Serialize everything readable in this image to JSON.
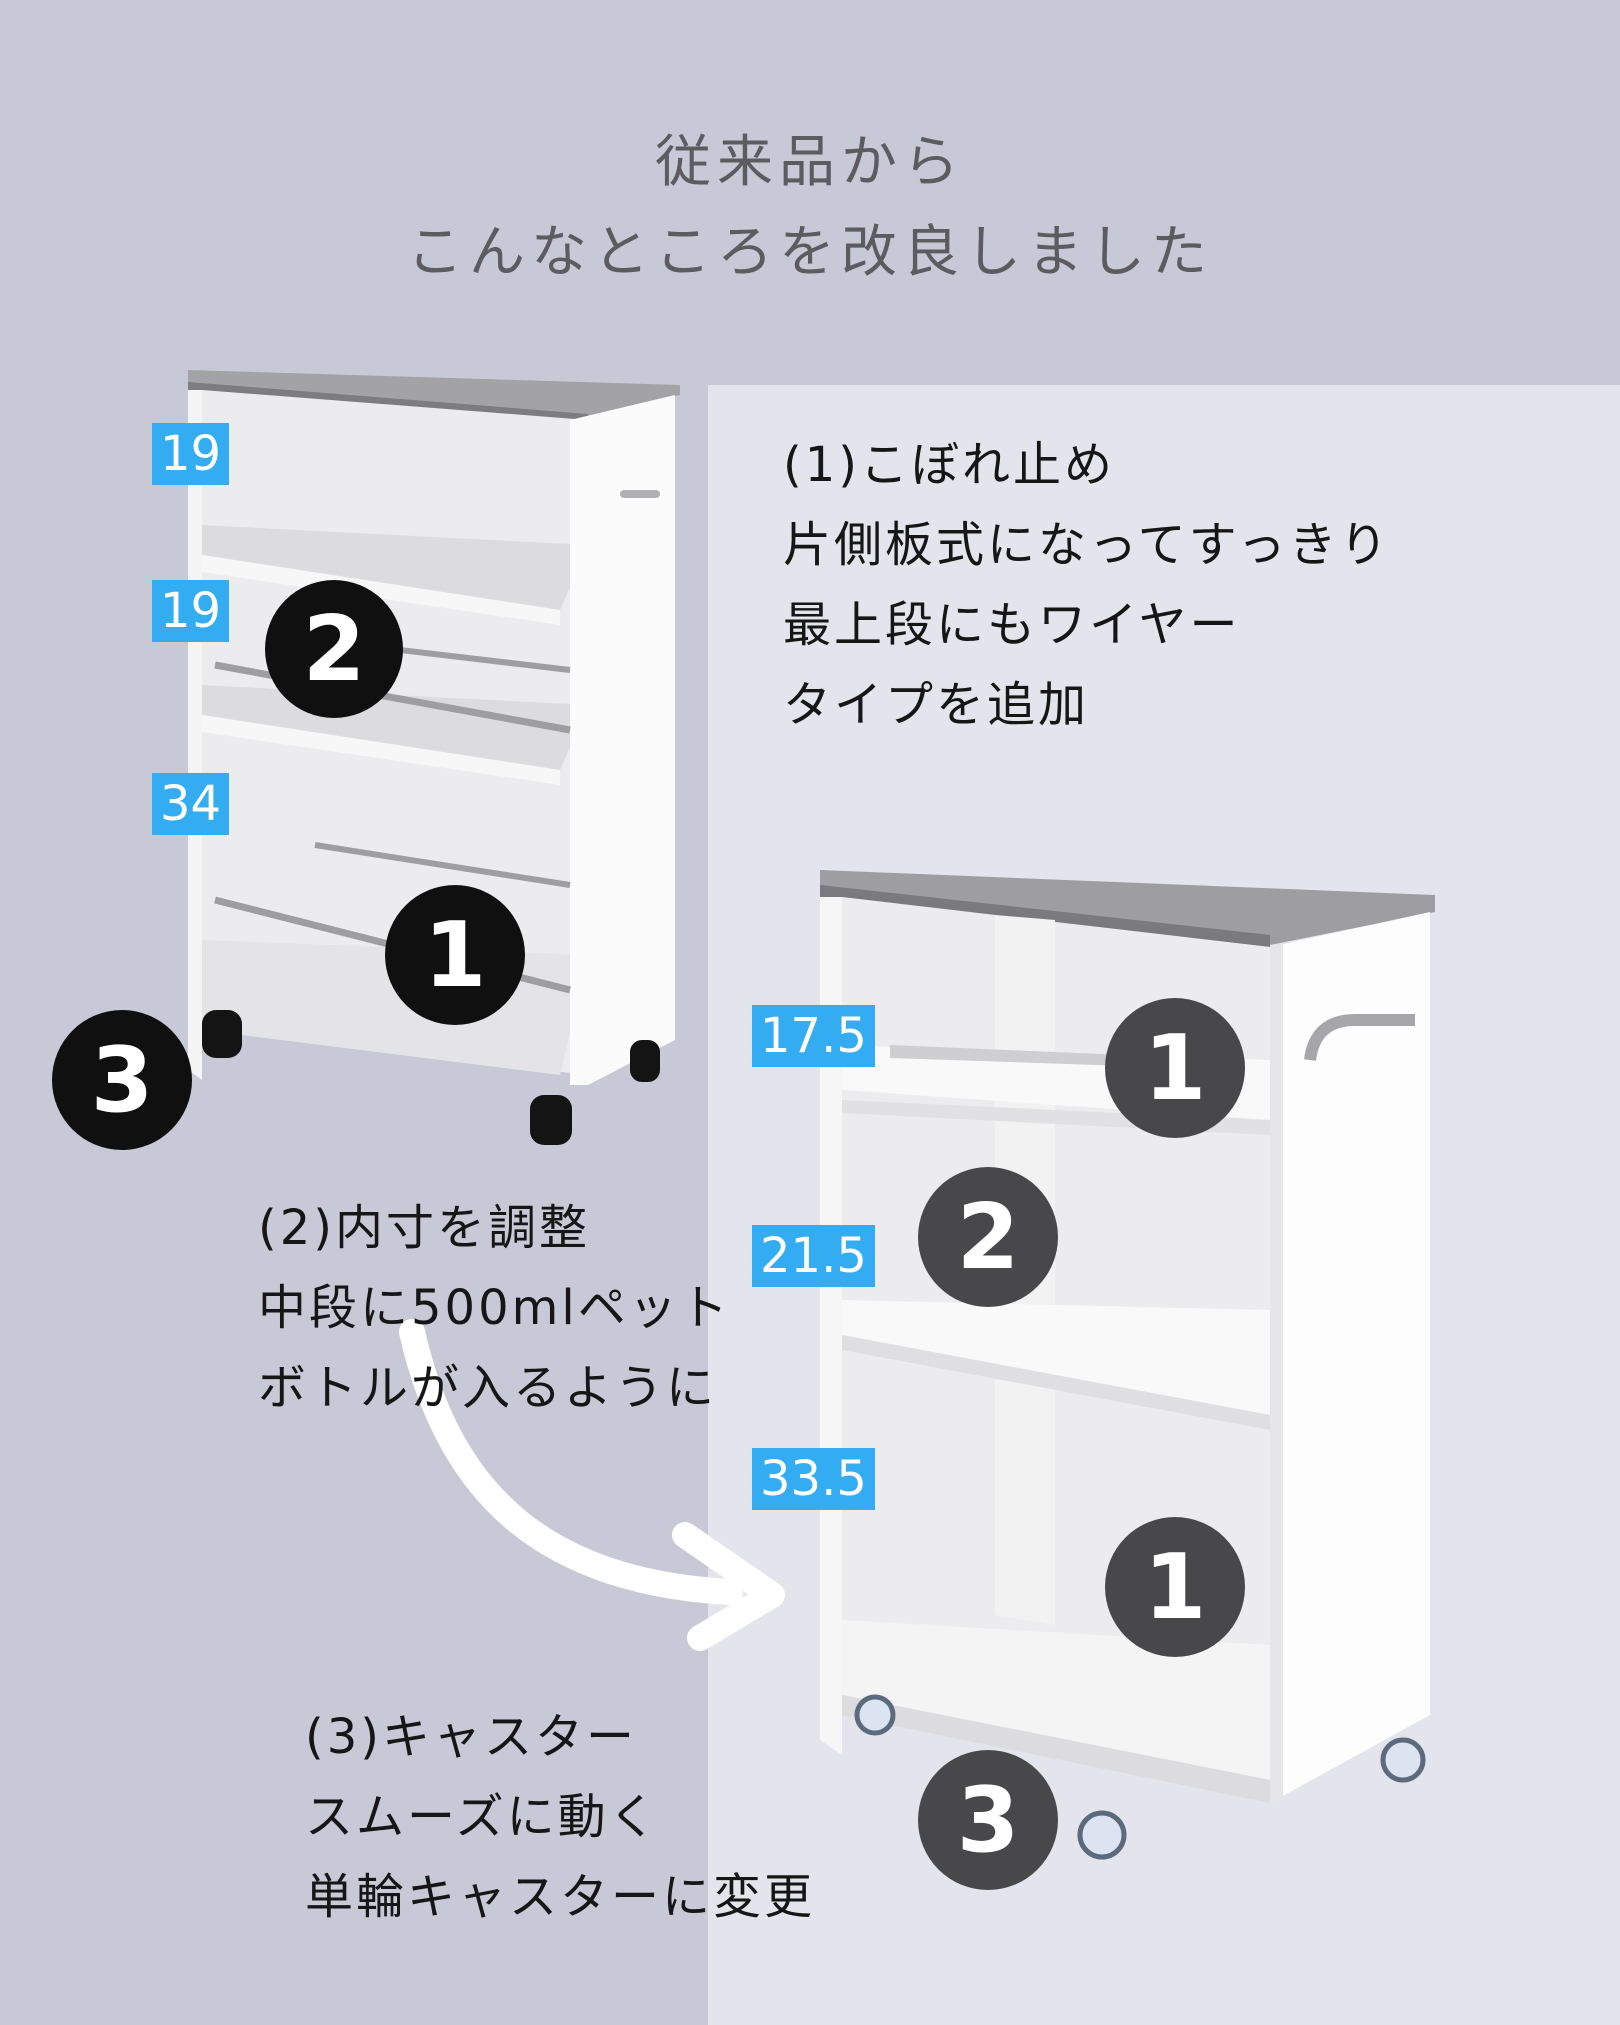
{
  "headline": {
    "line1": "従来品から",
    "line2": "こんなところを改良しました"
  },
  "old_product": {
    "dims": [
      "19",
      "19",
      "34"
    ],
    "badges": [
      "2",
      "1",
      "3"
    ]
  },
  "new_product": {
    "dims": [
      "17.5",
      "21.5",
      "33.5"
    ],
    "badges": [
      "1",
      "2",
      "1",
      "3"
    ]
  },
  "captions": {
    "spill_guard": [
      "(1)こぼれ止め",
      "片側板式になってすっきり",
      "最上段にもワイヤー",
      "タイプを追加"
    ],
    "inner_size": [
      "(2)内寸を調整",
      "中段に500mlペット",
      "ボトルが入るように"
    ],
    "caster": [
      "(3)キャスター",
      "スムーズに動く",
      "単輪キャスターに変更"
    ]
  },
  "colors": {
    "background_left": "#c8c9d6",
    "background_right": "#e3e4ec",
    "dimension_tag": "#34acf2",
    "badge_old": "#101010",
    "badge_new": "#48484a"
  },
  "icons": [
    "curved-arrow-icon",
    "caster-wheel-icon"
  ]
}
